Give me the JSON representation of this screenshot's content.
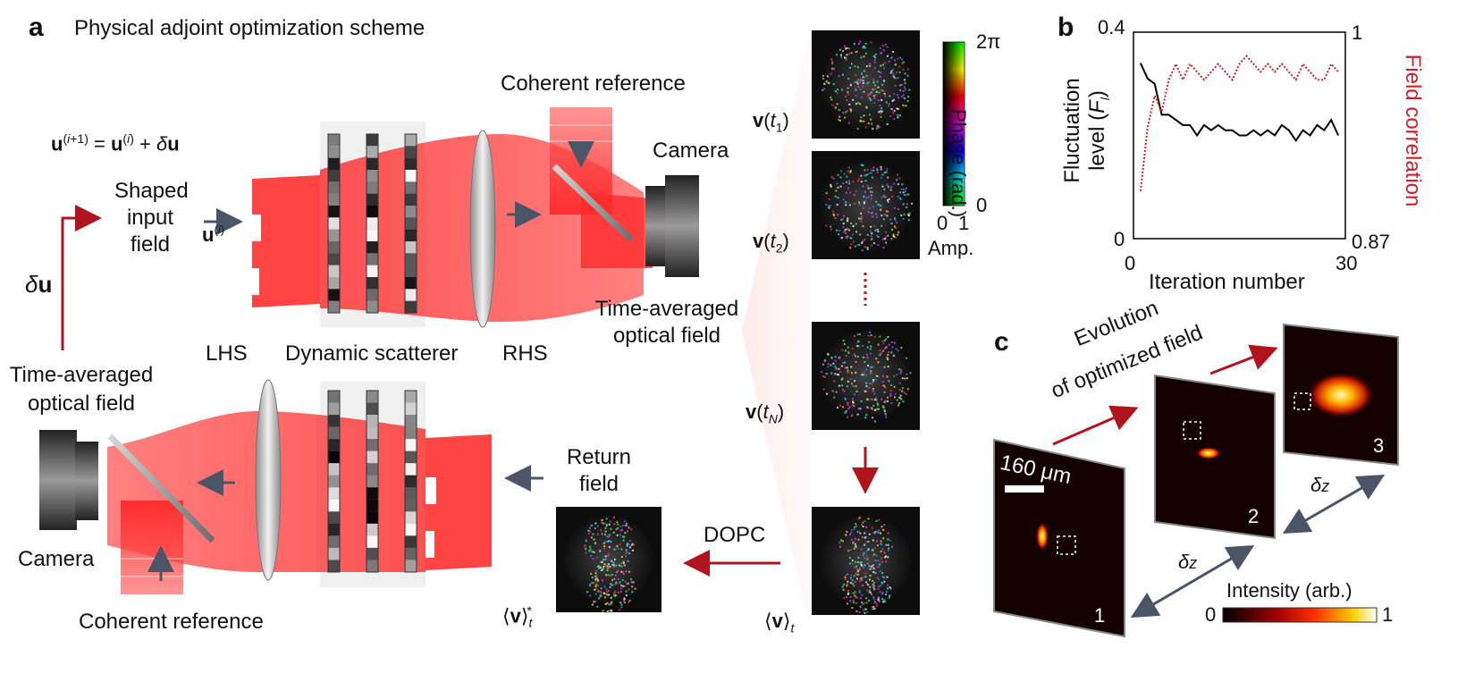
{
  "panel_a": {
    "letter": "a",
    "title": "Physical adjoint optimization scheme",
    "update_rule": "u(i+1) = u(i) + δu",
    "delta_u": "δu",
    "shaped_input_field": [
      "Shaped",
      "input",
      "field"
    ],
    "u_i": "u(i)",
    "coherent_reference_top": "Coherent reference",
    "camera_top": "Camera",
    "time_averaged_optical_field_right": [
      "Time-averaged",
      "optical field"
    ],
    "lhs": "LHS",
    "dynamic_scatterer": "Dynamic scatterer",
    "rhs": "RHS",
    "time_averaged_optical_field_left": [
      "Time-averaged",
      "optical field"
    ],
    "camera_bottom": "Camera",
    "coherent_reference_bottom": "Coherent reference",
    "return_field": [
      "Return",
      "field"
    ],
    "dopc": "DOPC",
    "v_t1": "v(t1)",
    "v_t2": "v(t2)",
    "v_tN": "v(tN)",
    "v_avg": "⟨v⟩t",
    "v_avg_conj": "⟨v⟩t*",
    "colorbar": {
      "phase_max": "2π",
      "phase_min": "0",
      "phase_label": "Phase (rad.)",
      "amp_min": "0",
      "amp_max": "1",
      "amp_label": "Amp."
    }
  },
  "panel_b": {
    "letter": "b",
    "ylabel_left": "Fluctuation level (Fl)",
    "ylabel_right": "Field correlation",
    "xlabel": "Iteration number",
    "left_ticks": [
      "0.4",
      "0"
    ],
    "right_ticks": [
      "1",
      "0.87"
    ],
    "x_ticks": [
      "0",
      "30"
    ]
  },
  "panel_c": {
    "letter": "c",
    "evolution_label": [
      "Evolution",
      "of optimized field"
    ],
    "scale_label": "160 μm",
    "delta_z_1": "δz",
    "delta_z_2": "δz",
    "frame_numbers": [
      "1",
      "2",
      "3"
    ],
    "intensity_label": "Intensity (arb.)",
    "intensity_min": "0",
    "intensity_max": "1"
  },
  "colors": {
    "red_arrow": "#b0141e",
    "slate_arrow": "#4a5568",
    "beam_red": "#ff2a2a",
    "dotted_red": "#d11f2a",
    "black_line": "#000000"
  },
  "chart_data": {
    "type": "line",
    "x": [
      1,
      2,
      3,
      4,
      5,
      6,
      7,
      8,
      9,
      10,
      11,
      12,
      13,
      14,
      15,
      16,
      17,
      18,
      19,
      20,
      21,
      22,
      23,
      24,
      25,
      26,
      27,
      28,
      29
    ],
    "series": [
      {
        "name": "Fluctuation level (Fl)",
        "axis": "left",
        "values": [
          0.34,
          0.31,
          0.3,
          0.24,
          0.24,
          0.23,
          0.22,
          0.22,
          0.2,
          0.22,
          0.21,
          0.22,
          0.21,
          0.21,
          0.2,
          0.2,
          0.21,
          0.2,
          0.21,
          0.2,
          0.22,
          0.21,
          0.19,
          0.21,
          0.2,
          0.22,
          0.21,
          0.23,
          0.2
        ]
      },
      {
        "name": "Field correlation",
        "axis": "right",
        "values": [
          0.9,
          0.94,
          0.96,
          0.95,
          0.97,
          0.98,
          0.97,
          0.98,
          0.975,
          0.97,
          0.975,
          0.98,
          0.975,
          0.97,
          0.98,
          0.985,
          0.98,
          0.975,
          0.98,
          0.975,
          0.98,
          0.975,
          0.97,
          0.98,
          0.975,
          0.97,
          0.97,
          0.98,
          0.975
        ]
      }
    ],
    "xlabel": "Iteration number",
    "ylabel": "Fluctuation level (Fl)",
    "y2label": "Field correlation",
    "xlim": [
      0,
      30
    ],
    "ylim": [
      0,
      0.4
    ],
    "y2lim": [
      0.87,
      1
    ]
  }
}
